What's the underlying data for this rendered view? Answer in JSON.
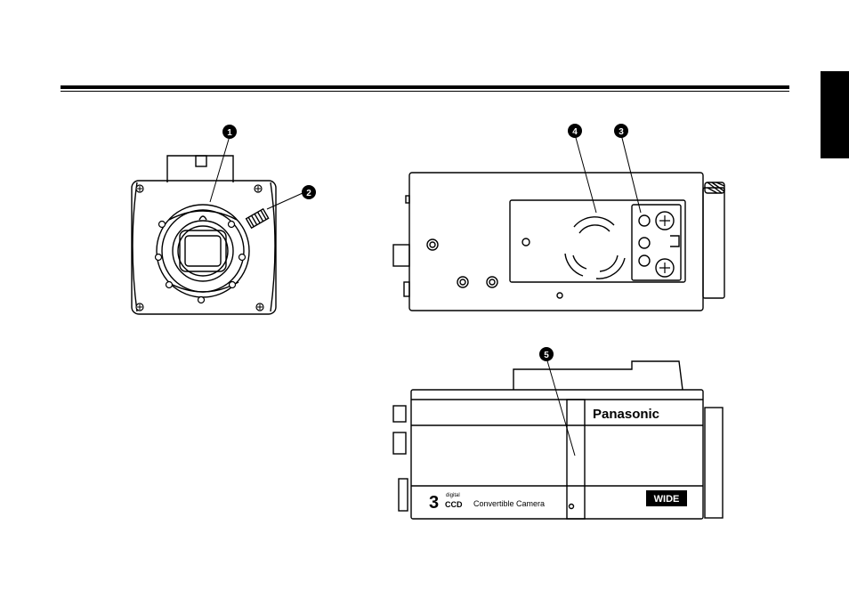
{
  "callouts": [
    "1",
    "2",
    "3",
    "4",
    "5"
  ],
  "camera_branding": {
    "brand": "Panasonic",
    "ccd_number": "3",
    "ccd_small": "digital",
    "ccd_big": "CCD",
    "model_label": "Convertible Camera",
    "wide_badge": "WIDE"
  },
  "colors": {
    "ink": "#000000",
    "paper": "#ffffff",
    "tab": "#000000"
  }
}
